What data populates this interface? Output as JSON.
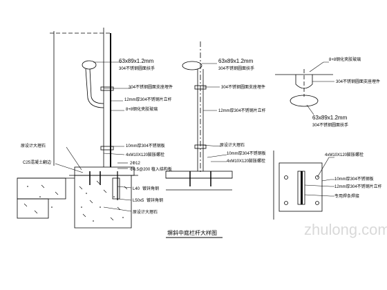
{
  "drawing": {
    "title": "塀斜中庭栏杆大样图",
    "watermark": "zhulong.com"
  },
  "left_detail": {
    "labels": {
      "handrail": "63x89x1.2mm",
      "handrail_note": "304不锈钢圆面扶手",
      "tube": "304不锈钢圆面支座埋件",
      "bar12": "12mm厚304不锈钢片立杆",
      "glass": "8+8钢化夹胶玻璃",
      "plate10": "10mm厚304不锈钢板",
      "bolt": "4xM10X120膨胀螺栓",
      "rebar": "2Φ12",
      "stirrup": "Φ6.5@200 植入结构板",
      "angle40": "L40",
      "angle40_note": "镀锌角钢",
      "angle50": "L50x5",
      "angle50_note": "镀锌角钢",
      "stone_top": "原设计大理石",
      "stone_bottom": "原设计大理石",
      "concrete": "C25混凝土翻边"
    }
  },
  "middle_detail": {
    "labels": {
      "handrail": "63x89x1.2mm",
      "handrail_note": "304不锈钢圆面扶手",
      "tube": "304不锈钢圆面支座埋件",
      "bar12": "12mm厚304不锈钢片立杆",
      "stone": "原设计大理石",
      "plate10": "10mm厚304不锈钢板",
      "bolt": "4xM10X120膨胀螺栓"
    }
  },
  "right_top_detail": {
    "labels": {
      "glass": "8+8钢化夹胶玻璃",
      "tube": "304不锈钢圆面支座埋件",
      "handrail": "63x89x1.2mm",
      "handrail_note": "304不锈钢圆面扶手"
    }
  },
  "right_bottom_detail": {
    "labels": {
      "bolt": "4xM10X120膨胀螺栓",
      "plate10": "10mm厚304不锈钢板",
      "bar12": "12mm厚304不锈钢片立杆",
      "weld": "专用焊条焊接"
    }
  }
}
